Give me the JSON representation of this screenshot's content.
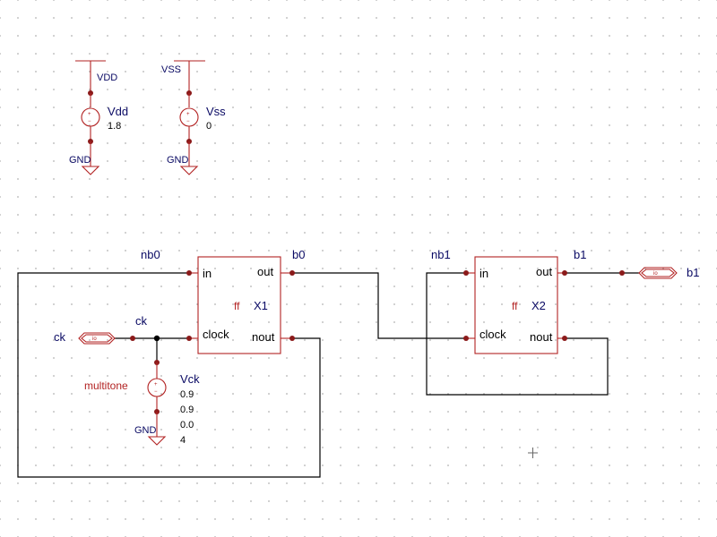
{
  "colors": {
    "symbol": "#b22222",
    "pin": "#8b1a1a",
    "wire": "#000000",
    "net_label": "#0a0a64",
    "grid_dot": "#b4b4b4"
  },
  "supplies": {
    "vdd": {
      "rail": "VDD",
      "name": "Vdd",
      "value": "1.8",
      "gnd": "GND"
    },
    "vss": {
      "rail": "VSS",
      "name": "Vss",
      "value": "0",
      "gnd": "GND"
    }
  },
  "clock_source": {
    "type_label": "multitone",
    "name": "Vck",
    "params": [
      "0.9",
      "0.9",
      "0.0",
      "4"
    ],
    "gnd": "GND"
  },
  "nets": {
    "nb0": "nb0",
    "b0": "b0",
    "nb1": "nb1",
    "b1": "b1",
    "ck": "ck"
  },
  "ports": {
    "ck": {
      "label": "ck",
      "tag": "io"
    },
    "b1": {
      "label": "b1",
      "tag": "io"
    }
  },
  "instances": [
    {
      "type": "ff",
      "name": "X1",
      "pins": {
        "in": "in",
        "out": "out",
        "clock": "clock",
        "nout": "nout"
      }
    },
    {
      "type": "ff",
      "name": "X2",
      "pins": {
        "in": "in",
        "out": "out",
        "clock": "clock",
        "nout": "nout"
      }
    }
  ]
}
